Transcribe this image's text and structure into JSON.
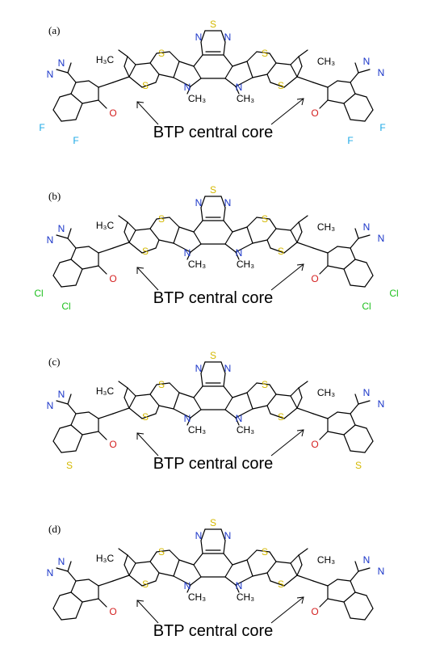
{
  "colors": {
    "sulfur": "#d4b800",
    "nitrogen": "#1a35c8",
    "oxygen": "#d42020",
    "fluorine": "#1aa8e6",
    "chlorine": "#20c020",
    "carbon_text": "#000000"
  },
  "core_label": "BTP central core",
  "atoms": {
    "S": "S",
    "N": "N",
    "O": "O",
    "F": "F",
    "Cl": "Cl",
    "H3C": "H₃C",
    "CH3": "CH₃"
  },
  "panels": [
    {
      "label": "(a)",
      "end_group": "difluoro"
    },
    {
      "label": "(b)",
      "end_group": "dichloro"
    },
    {
      "label": "(c)",
      "end_group": "thio"
    },
    {
      "label": "(d)",
      "end_group": "plain"
    }
  ]
}
